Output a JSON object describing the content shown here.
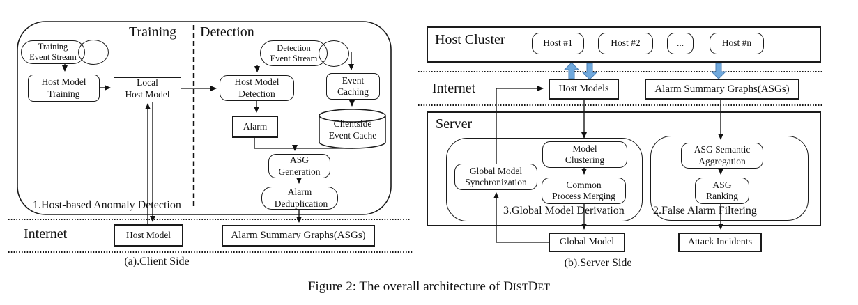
{
  "colors": {
    "arrow_blue": "#6fa8dc",
    "arrow_blue_edge": "#4c7fb5"
  },
  "client": {
    "training_header": "Training",
    "detection_header": "Detection",
    "anomaly_label": "1.Host-based Anomaly Detection",
    "internet_label": "Internet",
    "caption": "(a).Client Side",
    "nodes": {
      "training_event_stream": {
        "l1": "Training",
        "l2": "Event Stream"
      },
      "host_model_training": {
        "l1": "Host Model",
        "l2": "Training"
      },
      "local_host_model": {
        "l1": "Local",
        "l2": "Host Model"
      },
      "detection_event_stream": {
        "l1": "Detection",
        "l2": "Event Stream"
      },
      "host_model_detection": {
        "l1": "Host Model",
        "l2": "Detection"
      },
      "event_caching": {
        "l1": "Event",
        "l2": "Caching"
      },
      "alarm": {
        "l1": "Alarm"
      },
      "clientside_event_cache": {
        "l1": "Clientside",
        "l2": "Event Cache"
      },
      "asg_generation": {
        "l1": "ASG",
        "l2": "Generation"
      },
      "alarm_deduplication": {
        "l1": "Alarm",
        "l2": "Deduplication"
      },
      "host_model": {
        "l1": "Host Model"
      },
      "alarm_summary_graphs": {
        "l1": "Alarm Summary Graphs(ASGs)"
      }
    }
  },
  "server": {
    "host_cluster_label": "Host Cluster",
    "internet_label": "Internet",
    "server_label": "Server",
    "derivation_label": "3.Global Model Derivation",
    "filtering_label": "2.False Alarm Filtering",
    "caption": "(b).Server Side",
    "nodes": {
      "host1": {
        "l1": "Host #1"
      },
      "host2": {
        "l1": "Host #2"
      },
      "host_dots": {
        "l1": "..."
      },
      "hostn": {
        "l1": "Host #n"
      },
      "host_models": {
        "l1": "Host Models"
      },
      "alarm_summary_graphs": {
        "l1": "Alarm Summary Graphs(ASGs)"
      },
      "model_clustering": {
        "l1": "Model",
        "l2": "Clustering"
      },
      "global_model_synchronization": {
        "l1": "Global Model",
        "l2": "Synchronization"
      },
      "common_process_merging": {
        "l1": "Common",
        "l2": "Process Merging"
      },
      "asg_semantic_aggregation": {
        "l1": "ASG Semantic",
        "l2": "Aggregation"
      },
      "asg_ranking": {
        "l1": "ASG",
        "l2": "Ranking"
      },
      "global_model": {
        "l1": "Global Model"
      },
      "attack_incidents": {
        "l1": "Attack Incidents"
      }
    }
  },
  "figure": {
    "caption_prefix": "Figure 2: The overall architecture of ",
    "name_p1": "D",
    "name_p2": "IST",
    "name_p3": "D",
    "name_p4": "ET"
  }
}
